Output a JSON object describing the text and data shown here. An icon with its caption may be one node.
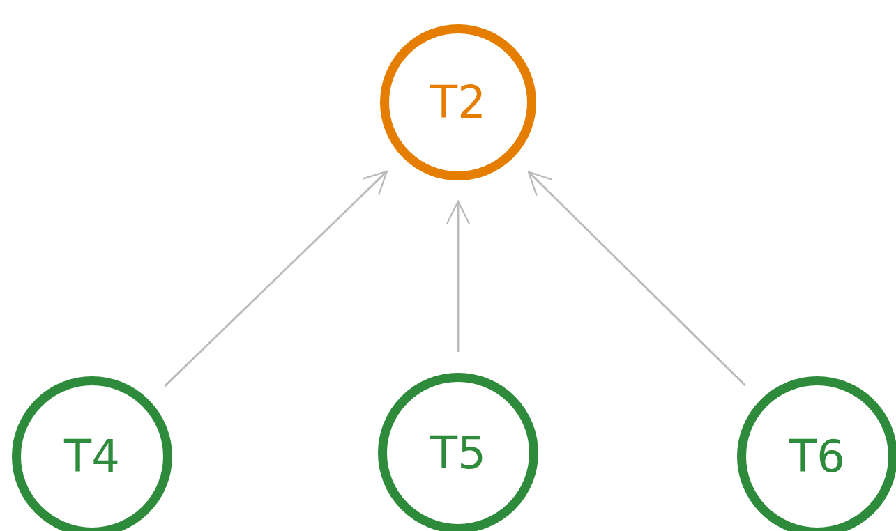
{
  "diagram": {
    "nodes": [
      {
        "text": [
          "T2"
        ]
      },
      {
        "text": [
          "T4"
        ]
      },
      {
        "text": [
          "T5"
        ]
      },
      {
        "text": [
          "T6"
        ]
      }
    ],
    "edges": [
      {
        "from": 1,
        "to": 0,
        "arrow": "to"
      },
      {
        "from": 2,
        "to": 0,
        "arrow": "to"
      },
      {
        "from": 3,
        "to": 0,
        "arrow": "to"
      }
    ]
  }
}
